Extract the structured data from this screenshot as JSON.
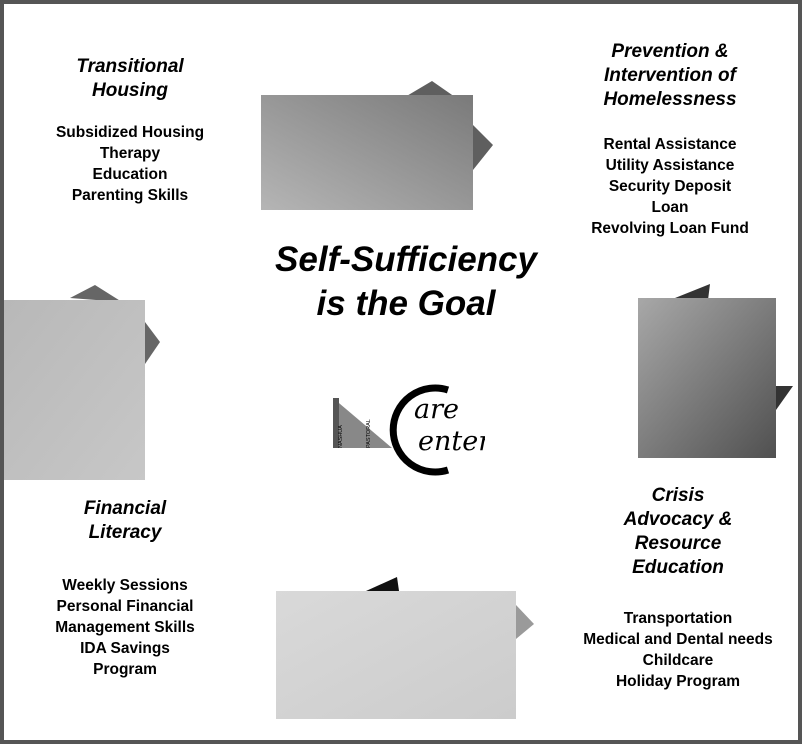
{
  "center": {
    "line1": "Self-Sufficiency",
    "line2": "is the Goal"
  },
  "logo": {
    "word1": "are",
    "word2": "enter",
    "vertical1": "NASHUA",
    "vertical2": "PASTORAL"
  },
  "sections": {
    "transitional": {
      "heading": [
        "Transitional",
        "Housing"
      ],
      "items": [
        "Subsidized Housing",
        "Therapy",
        "Education",
        "Parenting Skills"
      ]
    },
    "prevention": {
      "heading": [
        "Prevention &",
        "Intervention of",
        "Homelessness"
      ],
      "items": [
        "Rental Assistance",
        "Utility Assistance",
        "Security Deposit",
        "Loan",
        "Revolving Loan Fund"
      ]
    },
    "financial": {
      "heading": [
        "Financial",
        "Literacy"
      ],
      "items": [
        "Weekly Sessions",
        "Personal Financial",
        "Management Skills",
        "IDA Savings",
        "Program"
      ]
    },
    "crisis": {
      "heading": [
        "Crisis",
        "Advocacy &",
        "Resource",
        "Education"
      ],
      "items": [
        "Transportation",
        "Medical and Dental needs",
        "Childcare",
        "Holiday Program"
      ]
    }
  }
}
